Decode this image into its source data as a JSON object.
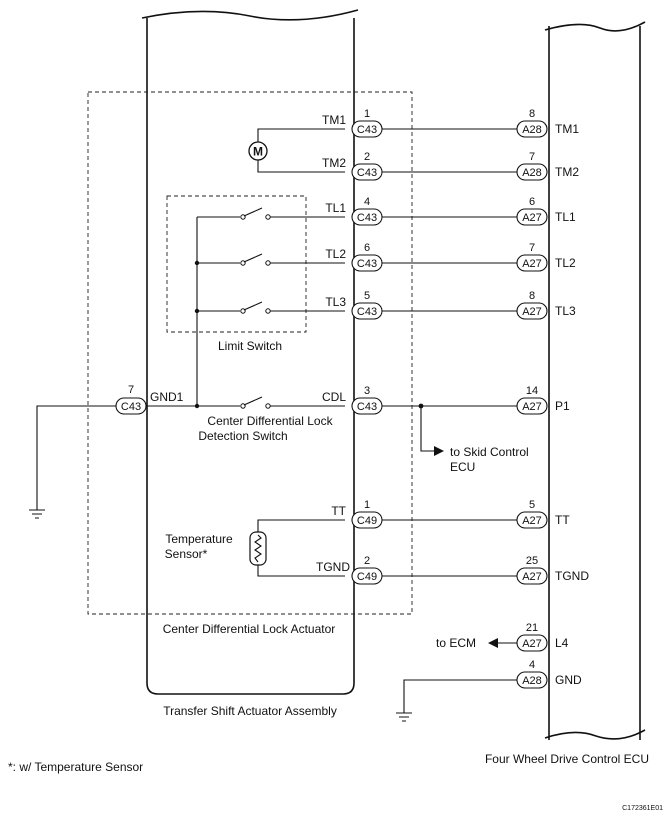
{
  "labels": {
    "limit_switch": "Limit Switch",
    "cdl_switch_line1": "Center Differential Lock",
    "cdl_switch_line2": "Detection Switch",
    "temp_sensor_line1": "Temperature",
    "temp_sensor_line2": "Sensor*",
    "actuator": "Center Differential Lock Actuator",
    "assembly": "Transfer Shift Actuator Assembly",
    "ecu": "Four Wheel Drive Control ECU",
    "footnote": "*: w/ Temperature Sensor",
    "skid_line1": "to Skid Control",
    "skid_line2": "ECU",
    "to_ecm": "to ECM",
    "motor": "M",
    "code": "C172361E01"
  },
  "gnd1": {
    "pin": "7",
    "conn": "C43",
    "name": "GND1"
  },
  "left_rows": [
    {
      "name": "TM1",
      "pin": "1",
      "conn": "C43"
    },
    {
      "name": "TM2",
      "pin": "2",
      "conn": "C43"
    },
    {
      "name": "TL1",
      "pin": "4",
      "conn": "C43"
    },
    {
      "name": "TL2",
      "pin": "6",
      "conn": "C43"
    },
    {
      "name": "TL3",
      "pin": "5",
      "conn": "C43"
    },
    {
      "name": "CDL",
      "pin": "3",
      "conn": "C43"
    },
    {
      "name": "TT",
      "pin": "1",
      "conn": "C49"
    },
    {
      "name": "TGND",
      "pin": "2",
      "conn": "C49"
    }
  ],
  "right_rows": [
    {
      "pin": "8",
      "conn": "A28",
      "name": "TM1"
    },
    {
      "pin": "7",
      "conn": "A28",
      "name": "TM2"
    },
    {
      "pin": "6",
      "conn": "A27",
      "name": "TL1"
    },
    {
      "pin": "7",
      "conn": "A27",
      "name": "TL2"
    },
    {
      "pin": "8",
      "conn": "A27",
      "name": "TL3"
    },
    {
      "pin": "14",
      "conn": "A27",
      "name": "P1"
    },
    {
      "pin": "5",
      "conn": "A27",
      "name": "TT"
    },
    {
      "pin": "25",
      "conn": "A27",
      "name": "TGND"
    },
    {
      "pin": "21",
      "conn": "A27",
      "name": "L4"
    },
    {
      "pin": "4",
      "conn": "A28",
      "name": "GND"
    }
  ]
}
